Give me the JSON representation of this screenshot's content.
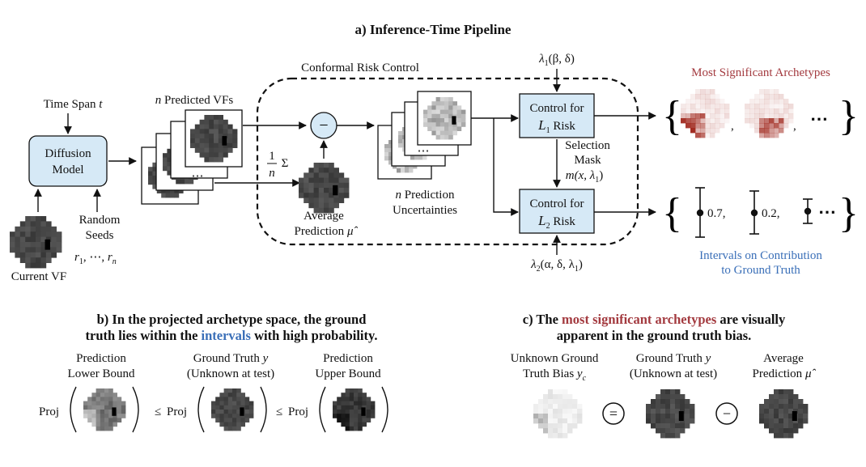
{
  "title": "a) Inference-Time Pipeline",
  "inputs": {
    "time_span": "Time Span",
    "time_span_var": "t",
    "random_seeds_1": "Random",
    "random_seeds_2": "Seeds",
    "seeds_r": "r",
    "seeds_sub1": "1",
    "seeds_dots": ", ⋯, ",
    "seeds_subn": "n",
    "current_vf": "Current VF"
  },
  "diffusion": {
    "line1": "Diffusion",
    "line2": "Model"
  },
  "predicted_vfs": {
    "n": "n",
    "label": " Predicted VFs",
    "dots": "⋯"
  },
  "conformal": {
    "label": "Conformal Risk Control"
  },
  "averaging": {
    "frac_num": "1",
    "frac_den": "n",
    "sigma": "Σ",
    "avg_1": "Average",
    "avg_2": "Prediction",
    "mu": "μ̂",
    "minus": "−"
  },
  "uncertainties": {
    "n": "n",
    "line1": " Prediction",
    "line2": "Uncertainties",
    "dots": "⋯"
  },
  "lambda1": {
    "text": "λ",
    "sub": "1",
    "args": "(β, δ)"
  },
  "lambda2": {
    "text": "λ",
    "sub": "2",
    "args": "(α, δ, λ",
    "sub2": "1",
    "close": ")"
  },
  "control1": {
    "line1": "Control for",
    "L": "L",
    "sub": "1",
    "risk": " Risk"
  },
  "control2": {
    "line1": "Control for",
    "L": "L",
    "sub": "2",
    "risk": " Risk"
  },
  "selection": {
    "line1": "Selection",
    "line2": "Mask",
    "m": "m(x, λ",
    "msub": "1",
    "mclose": ")"
  },
  "archetypes": {
    "label": "Most Significant Archetypes",
    "comma": ",",
    "dots": "⋯",
    "open": "{",
    "close": "}"
  },
  "intervals": {
    "values": [
      "0.7,",
      "0.2,"
    ],
    "dots": "⋯",
    "label_1": "Intervals on Contribution",
    "label_2": "to Ground Truth",
    "open": "{",
    "close": "}"
  },
  "panel_b": {
    "title_1": "b) In the projected archetype space, the ground",
    "title_2_pre": "truth lies within the ",
    "title_2_hl": "intervals",
    "title_2_post": " with high probability.",
    "lb_1": "Prediction",
    "lb_2": "Lower Bound",
    "gt_1": "Ground Truth ",
    "gt_y": "y",
    "gt_2": "(Unknown at test)",
    "ub_1": "Prediction",
    "ub_2": "Upper Bound",
    "proj": "Proj",
    "leq": "≤"
  },
  "panel_c": {
    "title_1_pre": "c) The ",
    "title_1_hl": "most significant archetypes",
    "title_1_post": " are visually",
    "title_2": "apparent in the ground truth bias.",
    "bias_1": "Unknown Ground",
    "bias_2": "Truth Bias ",
    "bias_y": "y",
    "bias_sub": "c",
    "gt_1": "Ground Truth ",
    "gt_y": "y",
    "gt_2": "(Unknown at test)",
    "avg_1": "Average",
    "avg_2": "Prediction ",
    "avg_mu": "μ̂",
    "eq": "=",
    "minus": "−"
  },
  "colors": {
    "box_fill": "#d6e9f6",
    "accent_red": "#a33a3f",
    "accent_blue": "#3a6fb8"
  }
}
